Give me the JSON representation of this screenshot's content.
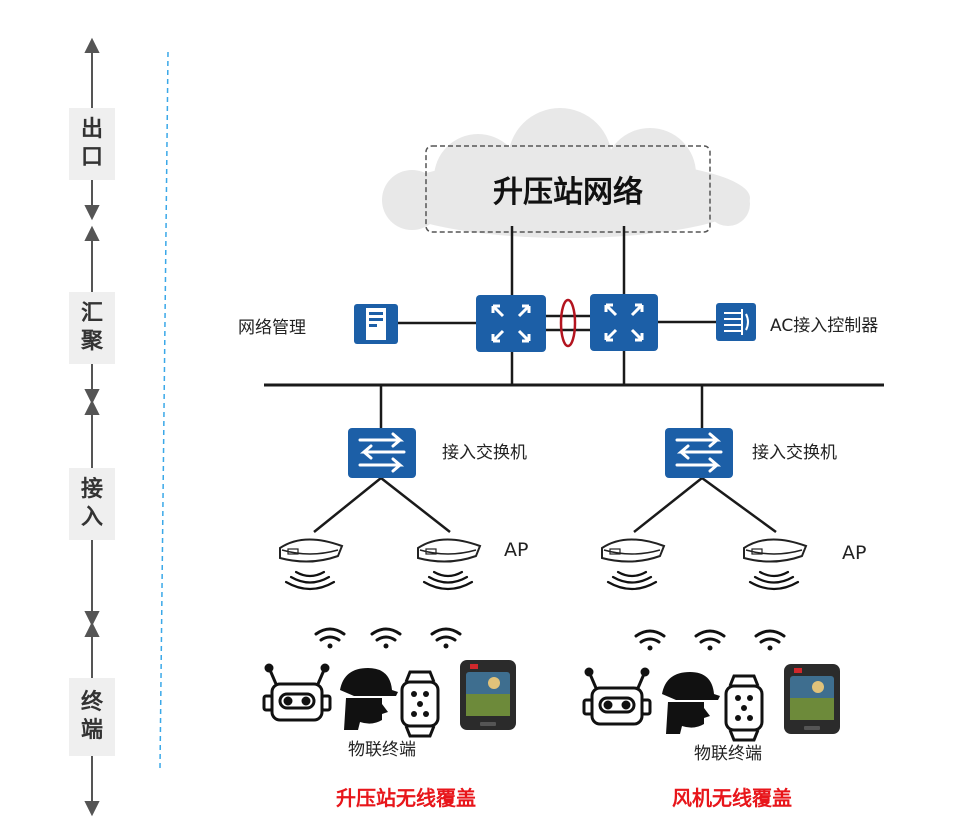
{
  "layers": [
    {
      "chars": [
        "出",
        "口"
      ]
    },
    {
      "chars": [
        "汇",
        "聚"
      ]
    },
    {
      "chars": [
        "接",
        "入"
      ]
    },
    {
      "chars": [
        "终",
        "端"
      ]
    }
  ],
  "cloud": {
    "label": "升压站网络"
  },
  "core": {
    "left_label": "网络管理",
    "right_label": "AC接入控制器"
  },
  "access": {
    "switch_label": "接入交换机",
    "ap_label": "AP",
    "terminal_label": "物联终端"
  },
  "coverage": {
    "left": "升压站无线覆盖",
    "right": "风机无线覆盖"
  },
  "colors": {
    "device_blue": "#1c5fa7",
    "accent_red": "#e8161b",
    "dashed_line": "#3aa8e8",
    "layer_box": "#efefef"
  },
  "icons": [
    "network-management-server-icon",
    "core-switch-icon",
    "ac-controller-icon",
    "access-switch-icon",
    "ap-icon",
    "wifi-icon",
    "robot-icon",
    "worker-helmet-icon",
    "smartwatch-icon",
    "body-camera-icon"
  ]
}
